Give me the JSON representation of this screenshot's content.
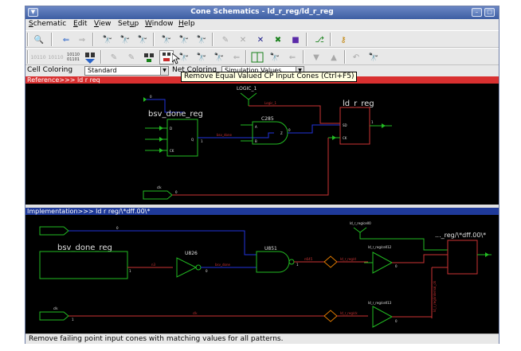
{
  "window": {
    "title": "Cone Schematics - ld_r_reg/ld_r_reg",
    "menu_glyph": "▼",
    "min_glyph": "–",
    "close_glyph": "□"
  },
  "menu": {
    "items": [
      {
        "pre": "",
        "u": "S",
        "post": "chematic"
      },
      {
        "pre": "",
        "u": "E",
        "post": "dit"
      },
      {
        "pre": "",
        "u": "V",
        "post": "iew"
      },
      {
        "pre": "Set",
        "u": "u",
        "post": "p"
      },
      {
        "pre": "",
        "u": "W",
        "post": "indow"
      },
      {
        "pre": "",
        "u": "H",
        "post": "elp"
      }
    ]
  },
  "toolbar1": {
    "zoom_icon": "🔍",
    "back": "⇐",
    "forward": "⇒",
    "find1": "🔭",
    "find2": "🔭",
    "find3": "🔭",
    "bino1": "🔭",
    "bino2": "🔭",
    "bino3": "🔭",
    "pencil": "✎",
    "cross1": "✕",
    "cross2": "✕",
    "cross3": "✖",
    "square": "■",
    "route": "⎇",
    "key": "⚷"
  },
  "toolbar2": {
    "bits1": "10110",
    "bits2": "10110",
    "bits3a": "10110",
    "bits3b": "01101",
    "up": "▲",
    "down": "▼",
    "undo": "↶"
  },
  "options": {
    "cell_coloring_label": "Cell Coloring",
    "cell_coloring_value": "Standard",
    "net_coloring_label": "Net Coloring",
    "net_coloring_value": "Simulation Values",
    "combo_arrow": "▼"
  },
  "tooltip": "Remove Equal Valued CP Input Cones (Ctrl+F5)",
  "reference": {
    "header": "Reference>>> ld r req",
    "reg_left": "bsv_done_reg",
    "reg_right": "ld_r_reg",
    "gate": "C285",
    "const": "LOGIC_1",
    "net_top": "Logic_1",
    "net_done": "bsv_done",
    "pin_d": "D",
    "pin_q": "Q",
    "pin_ck": "CK",
    "pin_sd": "SD",
    "pin_ck2": "CK",
    "pin_a": "A",
    "pin_b": "B",
    "pin_z": "Z",
    "clk": "clk",
    "n0": "0",
    "n1": "1",
    "n2": "0",
    "n3": "1",
    "n4": "0",
    "n5": "1",
    "n6": "0",
    "n7": "1"
  },
  "implementation": {
    "header": "Implementation>>> ld r reg/\\*dff.00\\*",
    "reg_left": "bsv_done_reg",
    "reg_right": "..._reg/\\*dff.00\\*",
    "inv": "U826",
    "nand": "U851",
    "buf1": "ld_r_reg/cell12",
    "buf2": "ld_r_reg/cell13",
    "enable": "ld_r_reg/cell0",
    "net_a": "n3",
    "net_done": "bsv_done",
    "net_x": "n645",
    "net_ldr": "ld_r_reg/d",
    "net_ldr2": "ld_r_reg/ck",
    "net_vert": "ld_r_reg/internal_ck",
    "clk": "clk",
    "n0": "0",
    "n1": "1",
    "n2": "0",
    "n3": "1",
    "n4": "0",
    "n5": "1",
    "n6": "0",
    "n7": "1"
  },
  "status": "Remove failing point input cones with matching values for all patterns.",
  "colors": {
    "ref_header": "#d93030",
    "impl_header": "#1f3a9a",
    "wire_green": "#22bb22",
    "wire_blue": "#2233dd",
    "wire_red": "#cc3333",
    "wire_orange": "#e07a00"
  }
}
